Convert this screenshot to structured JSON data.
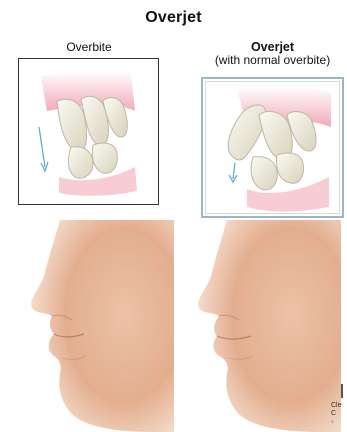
{
  "title": "Overjet",
  "panels": {
    "left": {
      "label": "Overbite"
    },
    "right": {
      "label": "Overjet",
      "sublabel": "(with normal overbite)"
    }
  },
  "credit": {
    "line1": "Cle",
    "line2": "C",
    "line3": "© "
  },
  "colors": {
    "gum": "#f2aab8",
    "tooth": "#f3f0e2",
    "skin": "#e8b89a",
    "skin_shadow": "#c98a6c",
    "arrow": "#5ea7cf",
    "frame_right": "#9ab7c4"
  }
}
